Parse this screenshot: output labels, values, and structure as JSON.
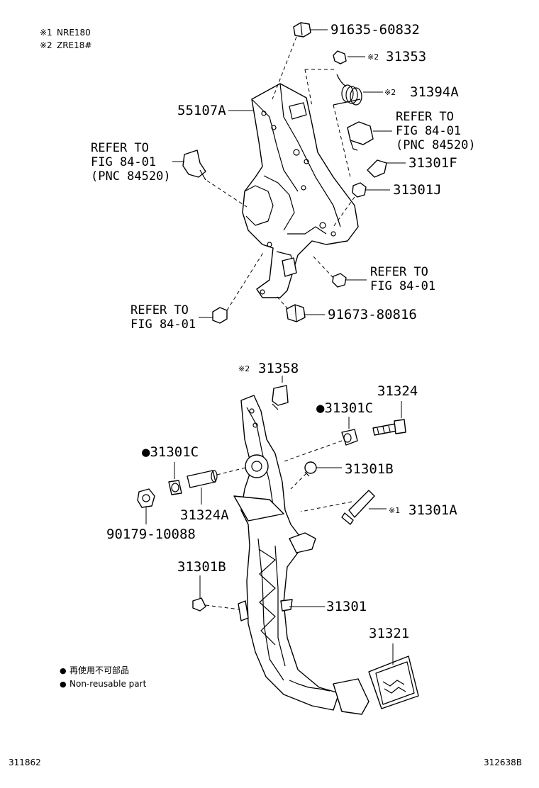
{
  "notes": {
    "note1_mark": "※1",
    "note1_text": "NRE180",
    "note2_mark": "※2",
    "note2_text": "ZRE18#"
  },
  "callouts": {
    "p91635": "91635-60832",
    "p31353_mark": "※2",
    "p31353": "31353",
    "p31394A_mark": "※2",
    "p31394A": "31394A",
    "p55107A": "55107A",
    "refer_right_1": "REFER TO",
    "refer_right_2": "FIG 84-01",
    "refer_right_3": "(PNC 84520)",
    "refer_left_1": "REFER TO",
    "refer_left_2": "FIG 84-01",
    "refer_left_3": "(PNC 84520)",
    "p31301F": "31301F",
    "p31301J": "31301J",
    "refer_nut_r_1": "REFER TO",
    "refer_nut_r_2": "FIG 84-01",
    "refer_nut_l_1": "REFER TO",
    "refer_nut_l_2": "FIG 84-01",
    "p91673": "91673-80816",
    "p31358_mark": "※2",
    "p31358": "31358",
    "p31324": "31324",
    "p31301C_r": "●31301C",
    "p31301C_l": "●31301C",
    "p31301B_top": "31301B",
    "p31324A": "31324A",
    "p90179": "90179-10088",
    "p31301A_mark": "※1",
    "p31301A": "31301A",
    "p31301B_left": "31301B",
    "p31301": "31301",
    "p31321": "31321"
  },
  "legend": {
    "bullet": "●",
    "line1": "再使用不可部品",
    "line2": "Non-reusable part"
  },
  "footer": {
    "left_code": "311862",
    "right_code": "312638B"
  }
}
